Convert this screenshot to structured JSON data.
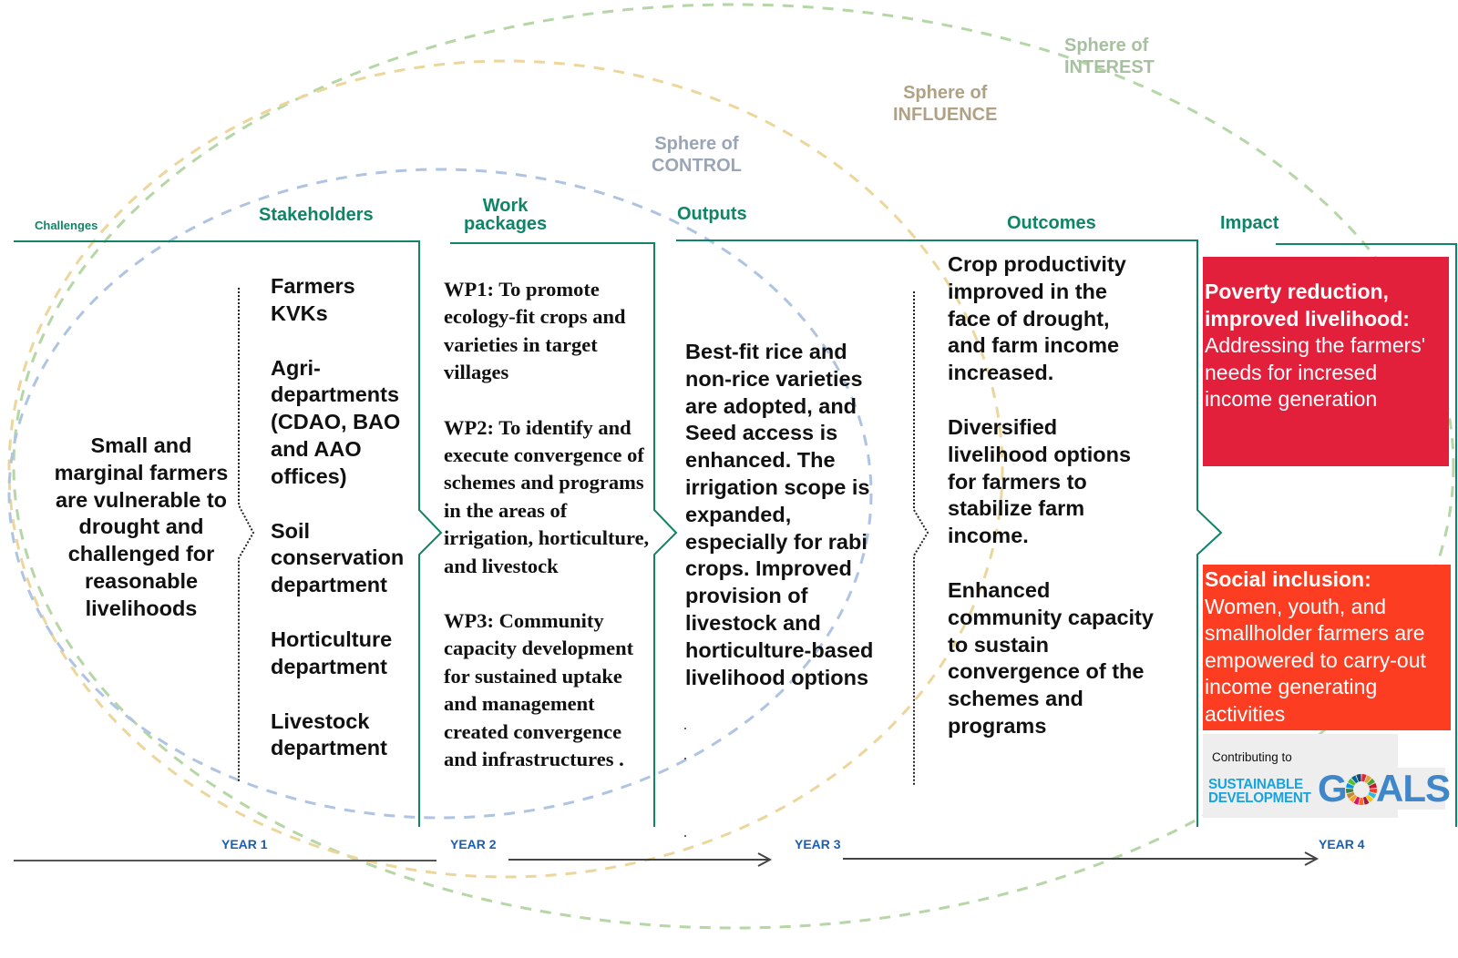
{
  "spheres": {
    "interest": {
      "line1": "Sphere of",
      "line2": "INTEREST",
      "color": "#a7c0a0",
      "stroke": "#b5d6a5"
    },
    "influence": {
      "line1": "Sphere of",
      "line2": "INFLUENCE",
      "color": "#b1a184",
      "stroke": "#ecd69b"
    },
    "control": {
      "line1": "Sphere of",
      "line2": "CONTROL",
      "color": "#9aa5b8",
      "stroke": "#afc4e2"
    }
  },
  "columns": {
    "challenges": {
      "heading": "Challenges",
      "text": "Small and marginal farmers are vulnerable to drought and challenged for reasonable livelihoods"
    },
    "stakeholders": {
      "heading": "Stakeholders",
      "items": [
        "Farmers KVKs",
        "Agri-departments (CDAO, BAO and AAO offices)",
        "Soil conservation department",
        "Horticulture department",
        "Livestock department"
      ]
    },
    "work_packages": {
      "heading_line1": "Work",
      "heading_line2": "packages",
      "items": [
        "WP1: To promote ecology-fit crops and varieties in target villages",
        "WP2: To identify and execute convergence of schemes and programs in the areas of irrigation, horticulture, and livestock",
        "WP3: Community capacity development for sustained uptake and management created convergence and infrastructures ."
      ]
    },
    "outputs": {
      "heading": "Outputs",
      "text": "Best-fit rice and non-rice varieties are adopted, and Seed access is enhanced. The irrigation scope is expanded, especially for rabi crops. Improved provision of livestock and horticulture-based livelihood options"
    },
    "outcomes": {
      "heading": "Outcomes",
      "items": [
        "Crop productivity improved in the face of drought, and farm income increased.",
        "Diversified livelihood options for farmers to stabilize farm income.",
        "Enhanced community capacity to sustain convergence of the schemes and programs"
      ]
    },
    "impact": {
      "heading": "Impact",
      "boxes": [
        {
          "title": "Poverty reduction, improved livelihood:",
          "text": " Addressing the farmers' needs for incresed income generation",
          "color": "#e3203b"
        },
        {
          "title": "Social inclusion:",
          "text": " Women, youth, and smallholder farmers are empowered to carry-out income generating activities",
          "color": "#fc3d21"
        }
      ],
      "sdg": {
        "contributing": "Contributing to",
        "word1": "SUSTAINABLE",
        "word2": "DEVELOPMENT",
        "goals_g": "G",
        "goals_rest": "ALS",
        "wheel_colors": [
          "#e5243b",
          "#dda63a",
          "#4c9f38",
          "#c5192d",
          "#ff3a21",
          "#26bde2",
          "#fcc30b",
          "#a21942",
          "#fd6925",
          "#dd1367",
          "#fd9d24",
          "#bf8b2e",
          "#3f7e44",
          "#0a97d9",
          "#56c02b",
          "#00689d",
          "#19486a"
        ]
      }
    }
  },
  "timeline": {
    "years": [
      "YEAR 1",
      "YEAR 2",
      "YEAR 3",
      "YEAR 4"
    ]
  },
  "colors": {
    "frame": "#0f8466",
    "heading": "#0f8466",
    "year": "#1a5fb0",
    "arrow": "#444444"
  }
}
